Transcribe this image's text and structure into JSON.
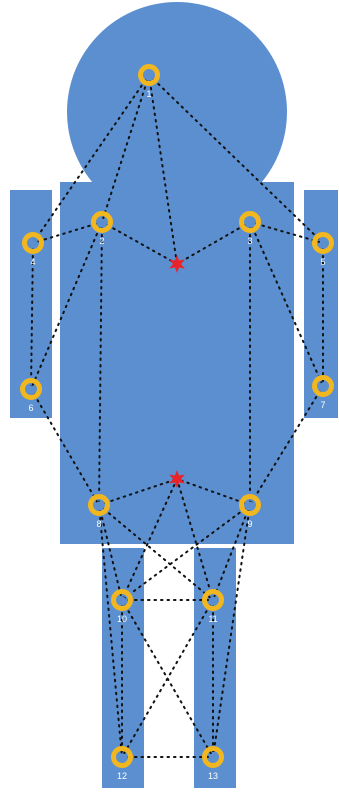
{
  "colors": {
    "body": "#5b8fcf",
    "body_edge": "#4a7cbd",
    "joint_ring": "#f2b71f",
    "joint_center": "#5b8fcf",
    "label": "#ffffff",
    "dot_line": "#111111",
    "center_star": "#e8232a"
  },
  "joints": [
    {
      "id": "1",
      "label": "1"
    },
    {
      "id": "2",
      "label": "2"
    },
    {
      "id": "3",
      "label": "3"
    },
    {
      "id": "4",
      "label": "4"
    },
    {
      "id": "5",
      "label": "5"
    },
    {
      "id": "6",
      "label": "6"
    },
    {
      "id": "7",
      "label": "7"
    },
    {
      "id": "8",
      "label": "8"
    },
    {
      "id": "9",
      "label": "9"
    },
    {
      "id": "10",
      "label": "10"
    },
    {
      "id": "11",
      "label": "11"
    },
    {
      "id": "12",
      "label": "12"
    },
    {
      "id": "13",
      "label": "13"
    }
  ],
  "centers": [
    {
      "id": "upper"
    },
    {
      "id": "lower"
    }
  ],
  "links": [
    [
      "1",
      "4"
    ],
    [
      "1",
      "5"
    ],
    [
      "1",
      "2"
    ],
    [
      "1",
      "upper"
    ],
    [
      "2",
      "4"
    ],
    [
      "2",
      "upper"
    ],
    [
      "3",
      "upper"
    ],
    [
      "3",
      "5"
    ],
    [
      "4",
      "6"
    ],
    [
      "2",
      "6"
    ],
    [
      "5",
      "7"
    ],
    [
      "3",
      "7"
    ],
    [
      "2",
      "8"
    ],
    [
      "3",
      "9"
    ],
    [
      "6",
      "8"
    ],
    [
      "7",
      "9"
    ],
    [
      "8",
      "lower"
    ],
    [
      "9",
      "lower"
    ],
    [
      "8",
      "10"
    ],
    [
      "9",
      "11"
    ],
    [
      "8",
      "11"
    ],
    [
      "9",
      "10"
    ],
    [
      "10",
      "11"
    ],
    [
      "10",
      "12"
    ],
    [
      "11",
      "13"
    ],
    [
      "10",
      "13"
    ],
    [
      "11",
      "12"
    ],
    [
      "12",
      "13"
    ],
    [
      "lower",
      "10"
    ],
    [
      "lower",
      "11"
    ],
    [
      "8",
      "12"
    ],
    [
      "9",
      "13"
    ]
  ]
}
